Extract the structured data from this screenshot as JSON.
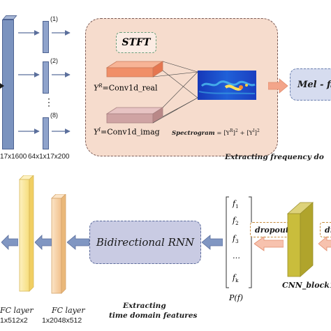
{
  "top_row": {
    "input_shape": "17x1600",
    "branch_shape": "64x1x17x200",
    "branch_labels": [
      "(1)",
      "(2)",
      "(8)"
    ],
    "ellipsis": "⋮",
    "stft_title": "STFT",
    "real_label": "Y",
    "real_sup": "R",
    "real_op": "=Conv1d_real",
    "imag_label": "Y",
    "imag_sup": "I",
    "imag_op": "=Conv1d_imag",
    "spectrogram_label": "Spectrogram",
    "spectrogram_formula": " = [Y",
    "spectrogram_formula_2": "]",
    "spectrogram_formula_3": " + [Y",
    "spectrogram_formula_4": "]",
    "sq": "2",
    "mel_label": "Mel - fi",
    "caption": "Extracting frequency do"
  },
  "bottom_row": {
    "fc1_label": "FC layer",
    "fc1_shape": "1x512x2",
    "fc2_label": "FC layer",
    "fc2_shape": "1x2048x512",
    "rnn_label": "Bidirectional RNN",
    "caption_line1": "Extracting",
    "caption_line2": "time domain features",
    "features": [
      "f",
      "f",
      "f",
      "…",
      "f"
    ],
    "feature_subs": [
      "1",
      "2",
      "3",
      "",
      "k"
    ],
    "pf_label": "P(f)",
    "dropout1": "dropout",
    "dropout2": "dr",
    "cnn_label": "CNN_block1"
  },
  "colors": {
    "bar_blue": "#7b93bf",
    "stft_bg": "#f6dccd",
    "arrow_pink": "#f3a58a",
    "arrow_blue": "#8096c2",
    "fc_yellow": "#fbe9a0",
    "fc_peach": "#f6d2a5",
    "cnn_olive": "#c9bd3c"
  }
}
